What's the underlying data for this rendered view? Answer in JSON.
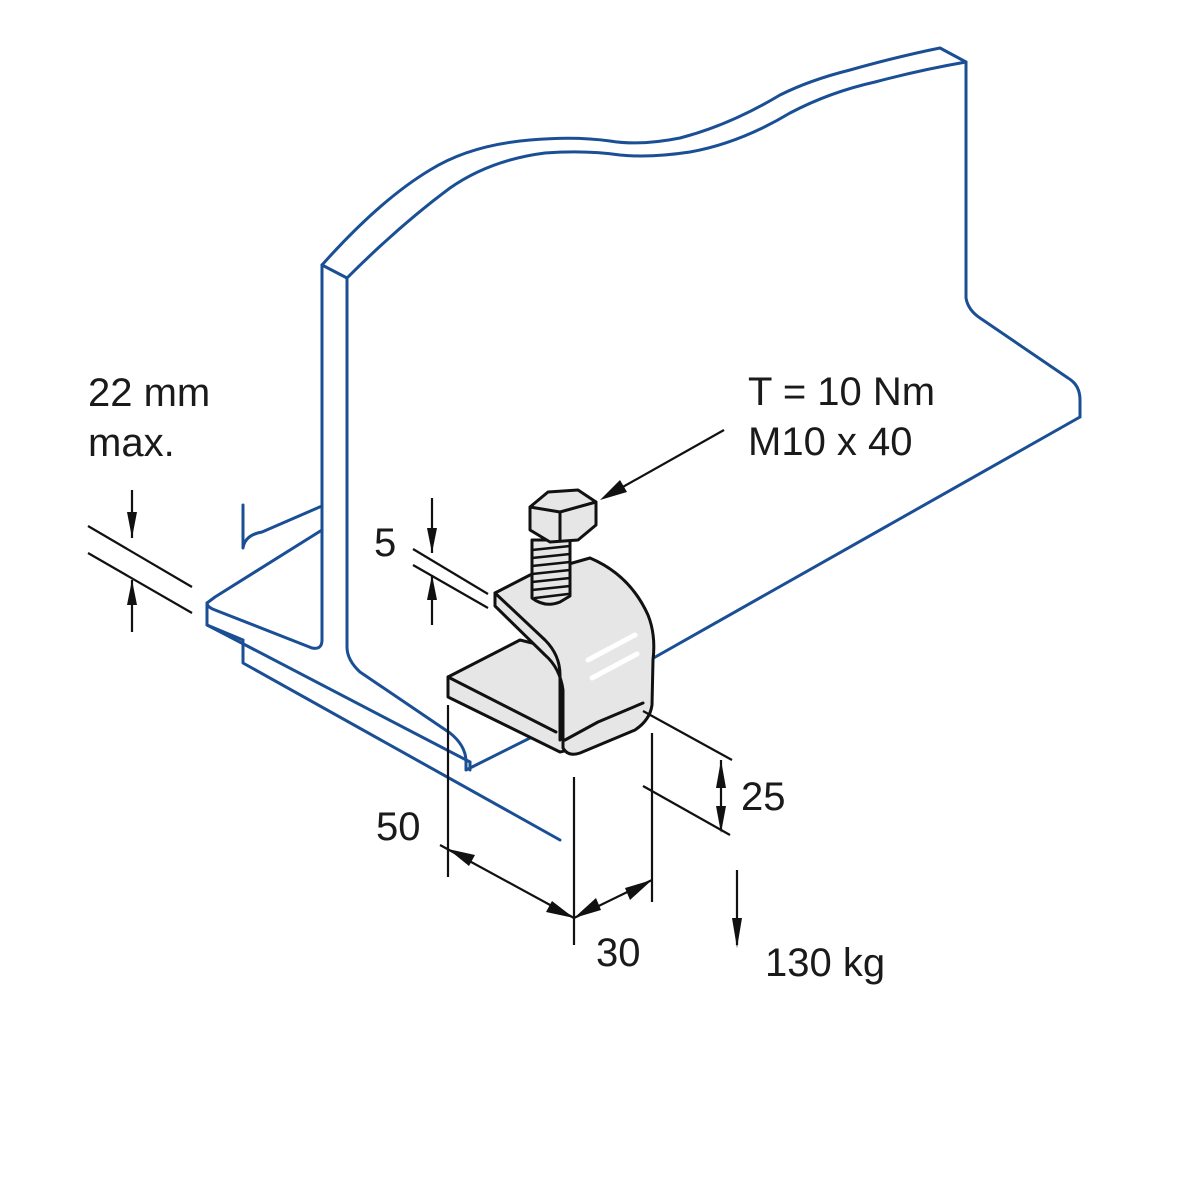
{
  "diagram": {
    "subject": "Beam clamp with hex bolt on steel beam flange",
    "colors": {
      "beam_outline": "#1a4f95",
      "clamp_outline": "#111111",
      "clamp_fill": "#e6e6e6",
      "background": "#ffffff"
    },
    "labels": {
      "flange_thickness_line1": "22 mm",
      "flange_thickness_line2": "max.",
      "torque": "T = 10 Nm",
      "bolt_size": "M10 x 40",
      "material_thickness": "5",
      "height": "25",
      "length": "50",
      "width": "30",
      "load": "130 kg"
    }
  }
}
